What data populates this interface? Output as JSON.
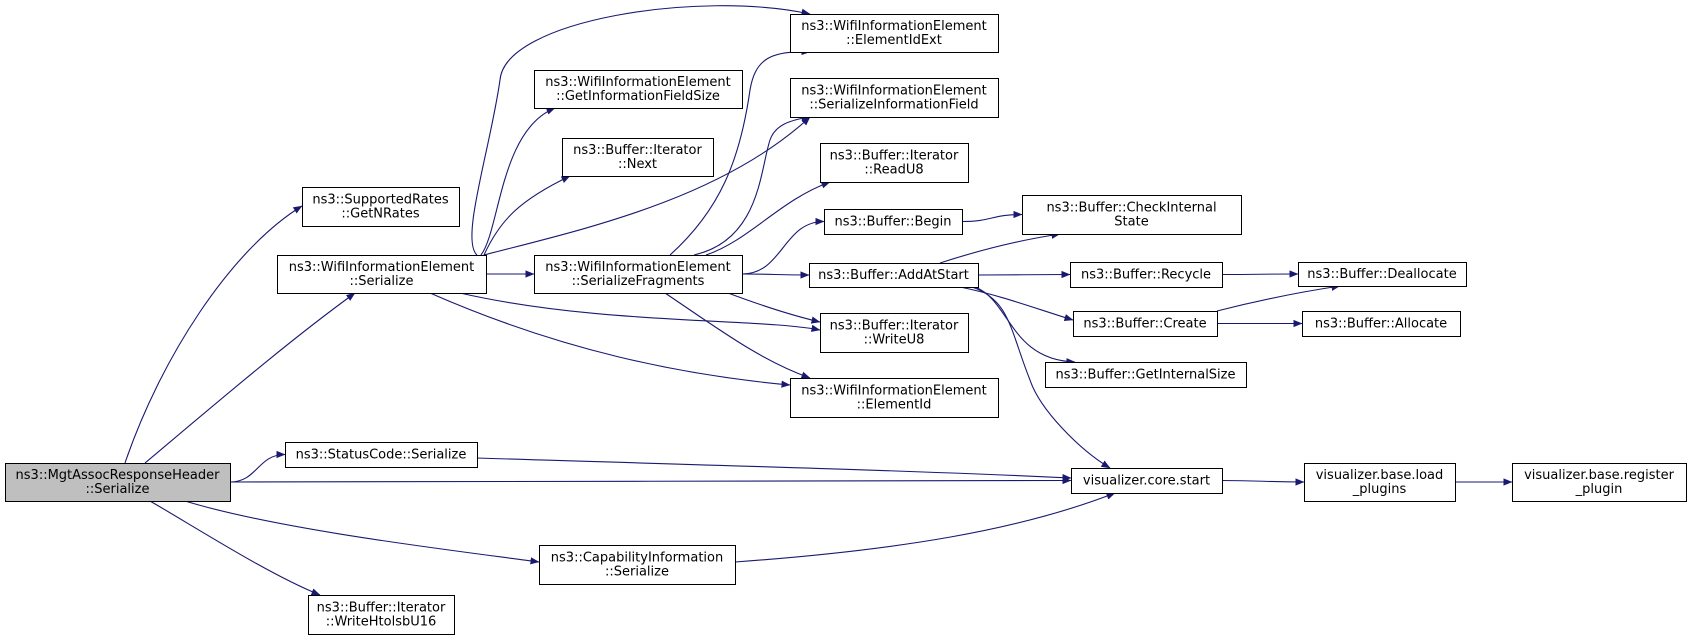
{
  "colors": {
    "edge": "#191970",
    "node_fill": "#ffffff",
    "root_fill": "#bfbfbf",
    "border": "#000000"
  },
  "nodes": [
    {
      "id": "root",
      "lines": [
        "ns3::MgtAssocResponseHeader",
        "::Serialize"
      ],
      "highlight": true
    },
    {
      "id": "sr_getnrates",
      "lines": [
        "ns3::SupportedRates",
        "::GetNRates"
      ]
    },
    {
      "id": "wie_serialize",
      "lines": [
        "ns3::WifiInformationElement",
        "::Serialize"
      ]
    },
    {
      "id": "statuscode_serialize",
      "lines": [
        "ns3::StatusCode::Serialize"
      ]
    },
    {
      "id": "capinfo_serialize",
      "lines": [
        "ns3::CapabilityInformation",
        "::Serialize"
      ]
    },
    {
      "id": "it_writehtolsbu16",
      "lines": [
        "ns3::Buffer::Iterator",
        "::WriteHtolsbU16"
      ]
    },
    {
      "id": "wie_getinfofieldsize",
      "lines": [
        "ns3::WifiInformationElement",
        "::GetInformationFieldSize"
      ]
    },
    {
      "id": "it_next",
      "lines": [
        "ns3::Buffer::Iterator",
        "::Next"
      ]
    },
    {
      "id": "wie_serializefragments",
      "lines": [
        "ns3::WifiInformationElement",
        "::SerializeFragments"
      ]
    },
    {
      "id": "wie_elementidext",
      "lines": [
        "ns3::WifiInformationElement",
        "::ElementIdExt"
      ]
    },
    {
      "id": "wie_serializeinfofield",
      "lines": [
        "ns3::WifiInformationElement",
        "::SerializeInformationField"
      ]
    },
    {
      "id": "it_readu8",
      "lines": [
        "ns3::Buffer::Iterator",
        "::ReadU8"
      ]
    },
    {
      "id": "buf_begin",
      "lines": [
        "ns3::Buffer::Begin"
      ]
    },
    {
      "id": "buf_addatstart",
      "lines": [
        "ns3::Buffer::AddAtStart"
      ]
    },
    {
      "id": "it_writeu8",
      "lines": [
        "ns3::Buffer::Iterator",
        "::WriteU8"
      ]
    },
    {
      "id": "wie_elementid",
      "lines": [
        "ns3::WifiInformationElement",
        "::ElementId"
      ]
    },
    {
      "id": "buf_checkinternalstate",
      "lines": [
        "ns3::Buffer::CheckInternal",
        "State"
      ]
    },
    {
      "id": "buf_recycle",
      "lines": [
        "ns3::Buffer::Recycle"
      ]
    },
    {
      "id": "buf_create",
      "lines": [
        "ns3::Buffer::Create"
      ]
    },
    {
      "id": "buf_getinternalsize",
      "lines": [
        "ns3::Buffer::GetInternalSize"
      ]
    },
    {
      "id": "vis_core_start",
      "lines": [
        "visualizer.core.start"
      ]
    },
    {
      "id": "buf_deallocate",
      "lines": [
        "ns3::Buffer::Deallocate"
      ]
    },
    {
      "id": "buf_allocate",
      "lines": [
        "ns3::Buffer::Allocate"
      ]
    },
    {
      "id": "vis_base_loadplugins",
      "lines": [
        "visualizer.base.load",
        "_plugins"
      ]
    },
    {
      "id": "vis_base_registerplugin",
      "lines": [
        "visualizer.base.register",
        "_plugin"
      ]
    }
  ],
  "edges": [
    [
      "root",
      "sr_getnrates"
    ],
    [
      "root",
      "wie_serialize"
    ],
    [
      "root",
      "statuscode_serialize"
    ],
    [
      "root",
      "vis_core_start"
    ],
    [
      "root",
      "capinfo_serialize"
    ],
    [
      "root",
      "it_writehtolsbu16"
    ],
    [
      "wie_serialize",
      "wie_elementidext"
    ],
    [
      "wie_serialize",
      "wie_getinfofieldsize"
    ],
    [
      "wie_serialize",
      "it_next"
    ],
    [
      "wie_serialize",
      "wie_serializeinfofield"
    ],
    [
      "wie_serialize",
      "wie_serializefragments"
    ],
    [
      "wie_serialize",
      "it_writeu8"
    ],
    [
      "wie_serialize",
      "wie_elementid"
    ],
    [
      "wie_serializefragments",
      "wie_elementidext"
    ],
    [
      "wie_serializefragments",
      "wie_serializeinfofield"
    ],
    [
      "wie_serializefragments",
      "it_readu8"
    ],
    [
      "wie_serializefragments",
      "buf_begin"
    ],
    [
      "wie_serializefragments",
      "buf_addatstart"
    ],
    [
      "wie_serializefragments",
      "it_writeu8"
    ],
    [
      "wie_serializefragments",
      "wie_elementid"
    ],
    [
      "buf_begin",
      "buf_checkinternalstate"
    ],
    [
      "buf_addatstart",
      "buf_checkinternalstate"
    ],
    [
      "buf_addatstart",
      "buf_recycle"
    ],
    [
      "buf_addatstart",
      "buf_create"
    ],
    [
      "buf_addatstart",
      "buf_getinternalsize"
    ],
    [
      "buf_addatstart",
      "vis_core_start"
    ],
    [
      "buf_recycle",
      "buf_deallocate"
    ],
    [
      "buf_create",
      "buf_deallocate"
    ],
    [
      "buf_create",
      "buf_allocate"
    ],
    [
      "statuscode_serialize",
      "vis_core_start"
    ],
    [
      "capinfo_serialize",
      "vis_core_start"
    ],
    [
      "vis_core_start",
      "vis_base_loadplugins"
    ],
    [
      "vis_base_loadplugins",
      "vis_base_registerplugin"
    ]
  ]
}
